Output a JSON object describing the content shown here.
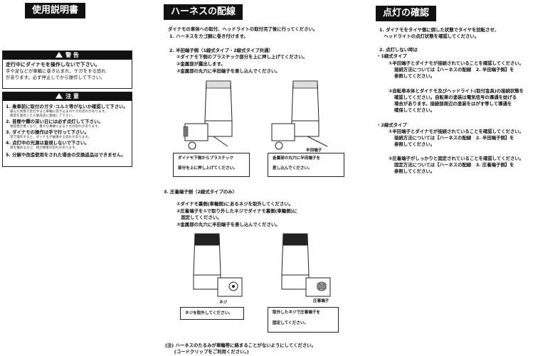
{
  "headers": {
    "manual": "使用説明書",
    "harness": "ハーネスの配線",
    "lighting": "点灯の確認"
  },
  "warning": {
    "title": "警 告",
    "main": "走行中にダイナモを操作しないで下さい。",
    "body": [
      "手や足などが車輪に巻き込まれ、ケガをする恐れ",
      "があります。必ず停止してから操作して下さい。"
    ]
  },
  "caution": {
    "title": "注 意",
    "items": [
      {
        "main": "1. 乗車前に取付のガタ･ユルミ等がないか確認して下さい。",
        "sub": [
          "緩んだ状態で走行すると車輪に巻き込まれケガの恐れがあります。",
          "異常を発見したら販売店に連絡して下さい。"
        ]
      },
      {
        "main": "2. 昔間や霧の深い日には必ず点灯して下さい。",
        "sub": [
          "視認性が悪くなり、重大な事故によるケガの恐れがあります。"
        ]
      },
      {
        "main": "3. ダイナモの操作は手で行って下さい。",
        "sub": [
          "足で操作すると、ダイナモが破損する恐れがあります。"
        ]
      },
      {
        "main": "4. 点灯中の光源は直視しないで下さい。",
        "sub": [
          "目を傷めるなど、視力障害の恐れがあります。"
        ]
      },
      {
        "main": "5. 分解や改造使用をされた場合の交換返品はできません。",
        "sub": []
      }
    ]
  },
  "harness": {
    "intro": [
      "ダイナモの車体への取付、ヘッドライトの取付完了後に行ってください。",
      "1. ハーネスをカゴ胴に巻き付けます。"
    ],
    "step2": {
      "title": "2. 半田端子側（1線式タイプ・2線式タイプ共通）",
      "lines": [
        "①ダイナモ下側のプラスチック部分を上に押し上げてください。",
        "②金属部が露出します。",
        "③金属部の丸穴に半田端子を差し込んでください。"
      ],
      "cap_left": [
        "ダイナモ下側からプラスチック",
        "部分を上に押し上げてください。"
      ],
      "cap_right": [
        "金属部の丸穴に半田端子を",
        "差し込んでください。"
      ],
      "label_terminal": "半田端子"
    },
    "step3": {
      "title": "3. 圧着端子側（2線式タイプのみ）",
      "lines": [
        "①ダイナモ裏側(車輪側)にあるネジを取外してください。",
        "②圧着端子を①で取り外したネジでダイナモ裏側(車輪側)に",
        "　固定してください。",
        "③金属部の丸穴に半田端子を差し込んでください。"
      ],
      "cap_left": "ネジを取外してください。",
      "cap_right": [
        "取外したネジで圧着端子を",
        "固定してください。"
      ],
      "label_screw": "ネジ",
      "label_crimp": "圧着端子"
    },
    "note": [
      "(注) ハーネスのたるみが車輪等に絡まることがないようにしてください。",
      "　　(コードクリップをご利用ください。)"
    ]
  },
  "lighting": {
    "intro": [
      "1. ダイナモをタイヤ側に倒した状態でタイヤを回転させ、",
      "　ヘッドライトの点灯状態を確認してください。"
    ],
    "s2": "2. 点灯しない時は",
    "one_wire": {
      "title": "・1線式タイプ",
      "item1": [
        "①半田端子とダイナモが接続されていることを確認してください。",
        "接続方法については【ハーネスの配線　2. 半田端子側】を",
        "参照してください。"
      ],
      "item2": [
        "②自転車本体とダイナモ及びヘッドライト(取付金具)の接続状態を",
        "確認してください。自転車の塗装は電気信号の導通を妨げる",
        "場合があります。接続部周辺の塗装をはがす等して導通を",
        "確保してください。"
      ]
    },
    "two_wire": {
      "title": "・2線式タイプ",
      "item1": [
        "①半田端子とダイナモが接続されていることを確認してください。",
        "接続方法については【ハーネスの配線　2. 半田端子側】を",
        "参照してください。"
      ],
      "item2": [
        "②圧着端子がしっかりと固定されていることを確認してください。",
        "固定方法については【ハーネスの配線　3. 圧着端子側】を",
        "参照してください。"
      ]
    }
  }
}
